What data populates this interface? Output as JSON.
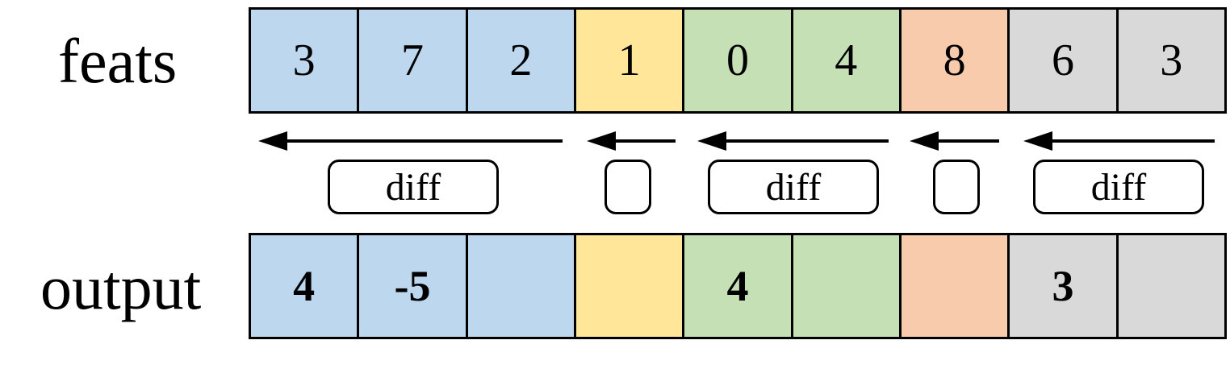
{
  "labels": {
    "feats": "feats",
    "output": "output"
  },
  "feats": {
    "cells": [
      {
        "value": "3",
        "group": "blue"
      },
      {
        "value": "7",
        "group": "blue"
      },
      {
        "value": "2",
        "group": "blue"
      },
      {
        "value": "1",
        "group": "yellow"
      },
      {
        "value": "0",
        "group": "green"
      },
      {
        "value": "4",
        "group": "green"
      },
      {
        "value": "8",
        "group": "orange"
      },
      {
        "value": "6",
        "group": "gray"
      },
      {
        "value": "3",
        "group": "gray"
      }
    ]
  },
  "output": {
    "cells": [
      {
        "value": "4",
        "group": "blue"
      },
      {
        "value": "-5",
        "group": "blue"
      },
      {
        "value": "",
        "group": "blue"
      },
      {
        "value": "",
        "group": "yellow"
      },
      {
        "value": "4",
        "group": "green"
      },
      {
        "value": "",
        "group": "green"
      },
      {
        "value": "",
        "group": "orange"
      },
      {
        "value": "3",
        "group": "gray"
      },
      {
        "value": "",
        "group": "gray"
      }
    ]
  },
  "operations": [
    {
      "label": "diff",
      "group": "blue"
    },
    {
      "label": "",
      "group": "yellow"
    },
    {
      "label": "diff",
      "group": "green"
    },
    {
      "label": "",
      "group": "orange"
    },
    {
      "label": "diff",
      "group": "gray"
    }
  ],
  "colors": {
    "blue": "#bdd7ee",
    "yellow": "#ffe699",
    "green": "#c5e0b4",
    "orange": "#f8cbad",
    "gray": "#d9d9d9"
  }
}
